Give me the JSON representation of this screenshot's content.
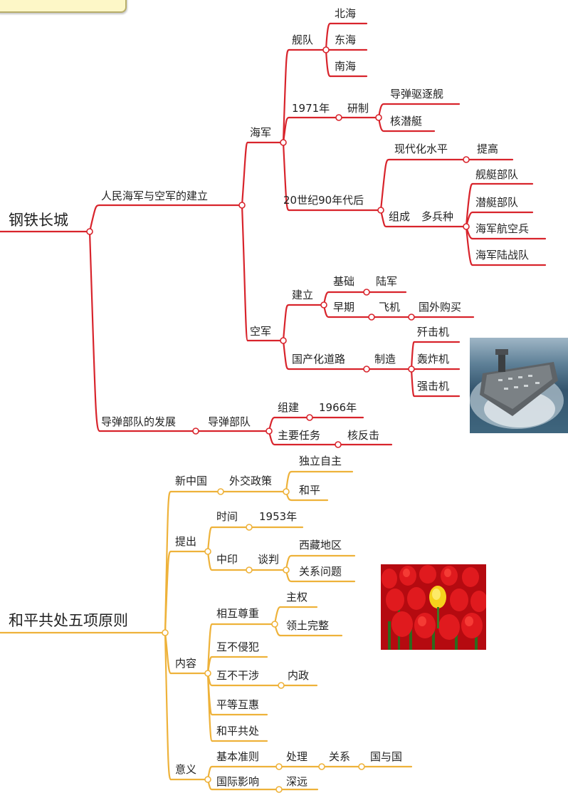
{
  "mindmap1": {
    "root": "钢铁长城",
    "navy_airforce": "人民海军与空军的建立",
    "navy": "海军",
    "fleet": "舰队",
    "fleets": [
      "北海",
      "东海",
      "南海"
    ],
    "year_1971": "1971年",
    "research": "研制",
    "research_items": [
      "导弹驱逐舰",
      "核潜艇"
    ],
    "nineties": "20世纪90年代后",
    "modern_level": "现代化水平",
    "improve": "提高",
    "compose": "组成",
    "multi_arms": "多兵种",
    "arms": [
      "舰艇部队",
      "潜艇部队",
      "海军航空兵",
      "海军陆战队"
    ],
    "airforce": "空军",
    "establish": "建立",
    "basis": "基础",
    "army": "陆军",
    "early": "早期",
    "aircraft": "飞机",
    "foreign_purchase": "国外购买",
    "domestic_road": "国产化道路",
    "manufacture": "制造",
    "planes": [
      "歼击机",
      "轰炸机",
      "强击机"
    ],
    "missile_dev": "导弹部队的发展",
    "missile_force": "导弹部队",
    "formed": "组建",
    "year_1966": "1966年",
    "main_task": "主要任务",
    "nuclear_counter": "核反击"
  },
  "mindmap2": {
    "root": "和平共处五项原则",
    "new_china": "新中国",
    "foreign_policy": "外交政策",
    "independent": "独立自主",
    "peace": "和平",
    "proposed": "提出",
    "time": "时间",
    "year_1953": "1953年",
    "china_india": "中印",
    "negotiation": "谈判",
    "tibet": "西藏地区",
    "relations": "关系问题",
    "content": "内容",
    "mutual_respect": "相互尊重",
    "sovereignty": "主权",
    "territory": "领土完整",
    "non_aggression": "互不侵犯",
    "non_interference": "互不干涉",
    "internal_affairs": "内政",
    "equality": "平等互惠",
    "coexistence": "和平共处",
    "significance": "意义",
    "basic_norm": "基本准则",
    "handle": "处理",
    "relation": "关系",
    "between_states": "国与国",
    "intl_influence": "国际影响",
    "profound": "深远"
  },
  "colors": {
    "red_branch": "#d8242c",
    "orange_branch": "#eeb23a",
    "text": "#222222",
    "tab_fill": "#fdf7c7"
  },
  "images": [
    "aircraft-carrier-photo",
    "tulip-field-photo"
  ]
}
